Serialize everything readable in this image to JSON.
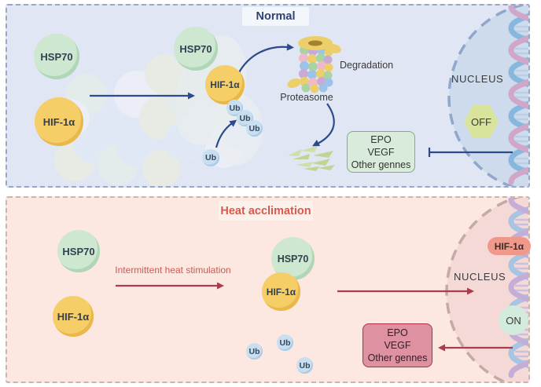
{
  "figure": {
    "normal": {
      "title": "Normal",
      "hsp70": "HSP70",
      "hif1a": "HIF-1α",
      "ub": "Ub",
      "proteasome": "Proteasome",
      "degradation": "Degradation",
      "genes": {
        "line1": "EPO",
        "line2": "VEGF",
        "line3": "Other gennes"
      },
      "nucleus": "NUCLEUS",
      "state": "OFF"
    },
    "heat": {
      "title": "Heat acclimation",
      "hsp70": "HSP70",
      "hif1a": "HIF-1α",
      "ub": "Ub",
      "stimulation": "Intermittent heat stimulation",
      "nucleus": "NUCLEUS",
      "state": "ON",
      "nuclear_hif1a": "HIF-1α",
      "genes": {
        "line1": "EPO",
        "line2": "VEGF",
        "line3": "Other gennes"
      }
    },
    "colors": {
      "normal_panel_bg": "#e0e6f4",
      "heat_panel_bg": "#fce8e0",
      "hsp70_fill": "#cde7d0",
      "hif1a_fill": "#f6ce68",
      "ub_fill": "#c7dff1",
      "arrow_blue": "#2c4a8c",
      "arrow_red": "#a93c4d",
      "genes_green_box": "#d9ecdb",
      "genes_pink_box": "#dd91a1",
      "off_hexagon": "#d8e39b",
      "on_circle": "#d3ebdc",
      "nuclear_hif1a_pill": "#f0998b",
      "nucleus_normal_fill": "#cbdaeb",
      "nucleus_heat_fill": "#f3d8d6",
      "normal_title_color": "#2d4373",
      "heat_title_color": "#d9584c"
    }
  }
}
